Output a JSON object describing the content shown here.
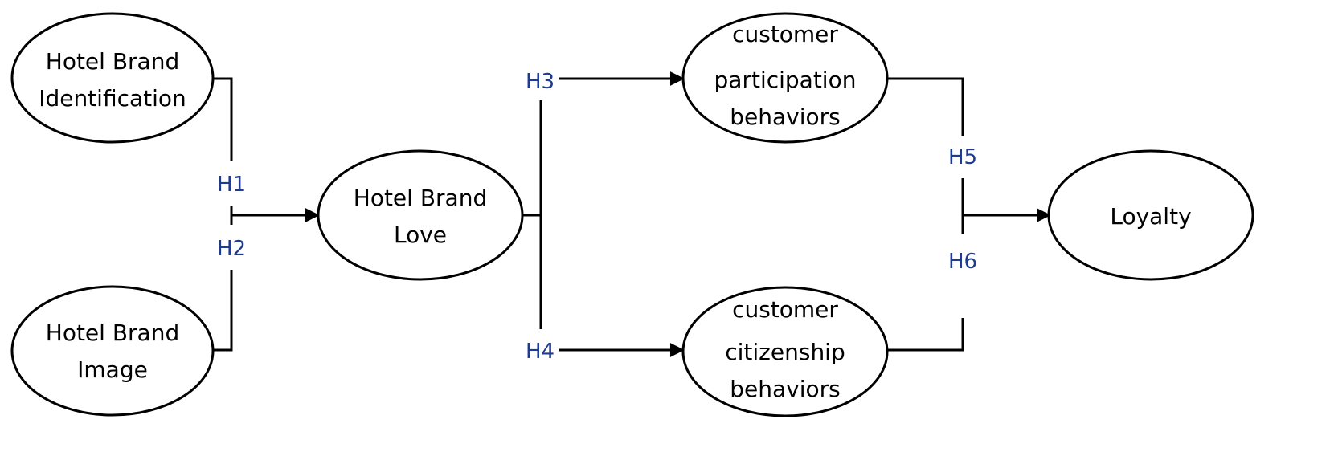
{
  "nodes": {
    "identification": {
      "lines": [
        "Hotel Brand",
        "Identification"
      ]
    },
    "image": {
      "lines": [
        "Hotel Brand",
        "Image"
      ]
    },
    "love": {
      "lines": [
        "Hotel Brand",
        "Love"
      ]
    },
    "participation": {
      "lines": [
        "customer",
        "participation",
        "behaviors"
      ]
    },
    "citizenship": {
      "lines": [
        "customer",
        "citizenship",
        "behaviors"
      ]
    },
    "loyalty": {
      "lines": [
        "Loyalty"
      ]
    }
  },
  "hypotheses": {
    "h1": "H1",
    "h2": "H2",
    "h3": "H3",
    "h4": "H4",
    "h5": "H5",
    "h6": "H6"
  },
  "colors": {
    "hypothesis_label": "#1f3a93",
    "stroke": "#000000"
  }
}
